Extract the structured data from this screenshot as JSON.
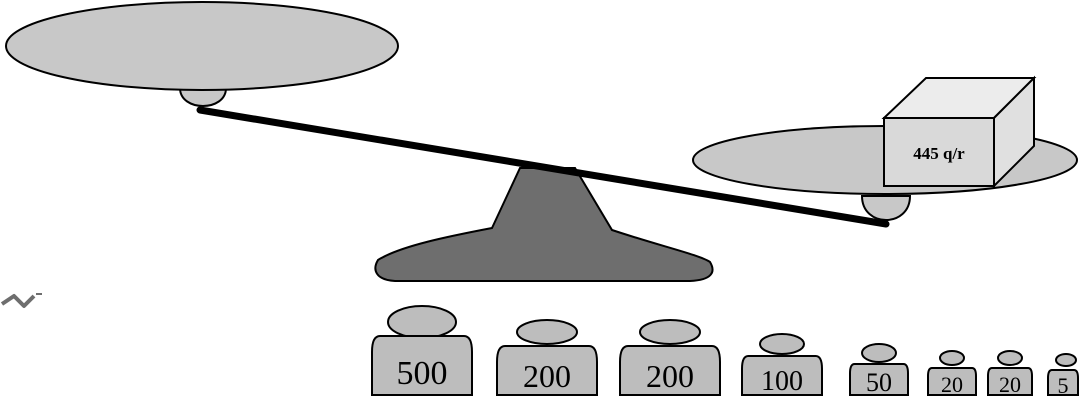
{
  "object": {
    "label": "445 q/r"
  },
  "weights": [
    {
      "label": "500"
    },
    {
      "label": "200"
    },
    {
      "label": "200"
    },
    {
      "label": "100"
    },
    {
      "label": "50"
    },
    {
      "label": "20"
    },
    {
      "label": "20"
    },
    {
      "label": "5"
    }
  ],
  "colors": {
    "pan": "#c8c8c8",
    "stand": "#6e6e6e",
    "beam": "#000000",
    "weight": "#bdbdbd",
    "outline": "#000000"
  }
}
